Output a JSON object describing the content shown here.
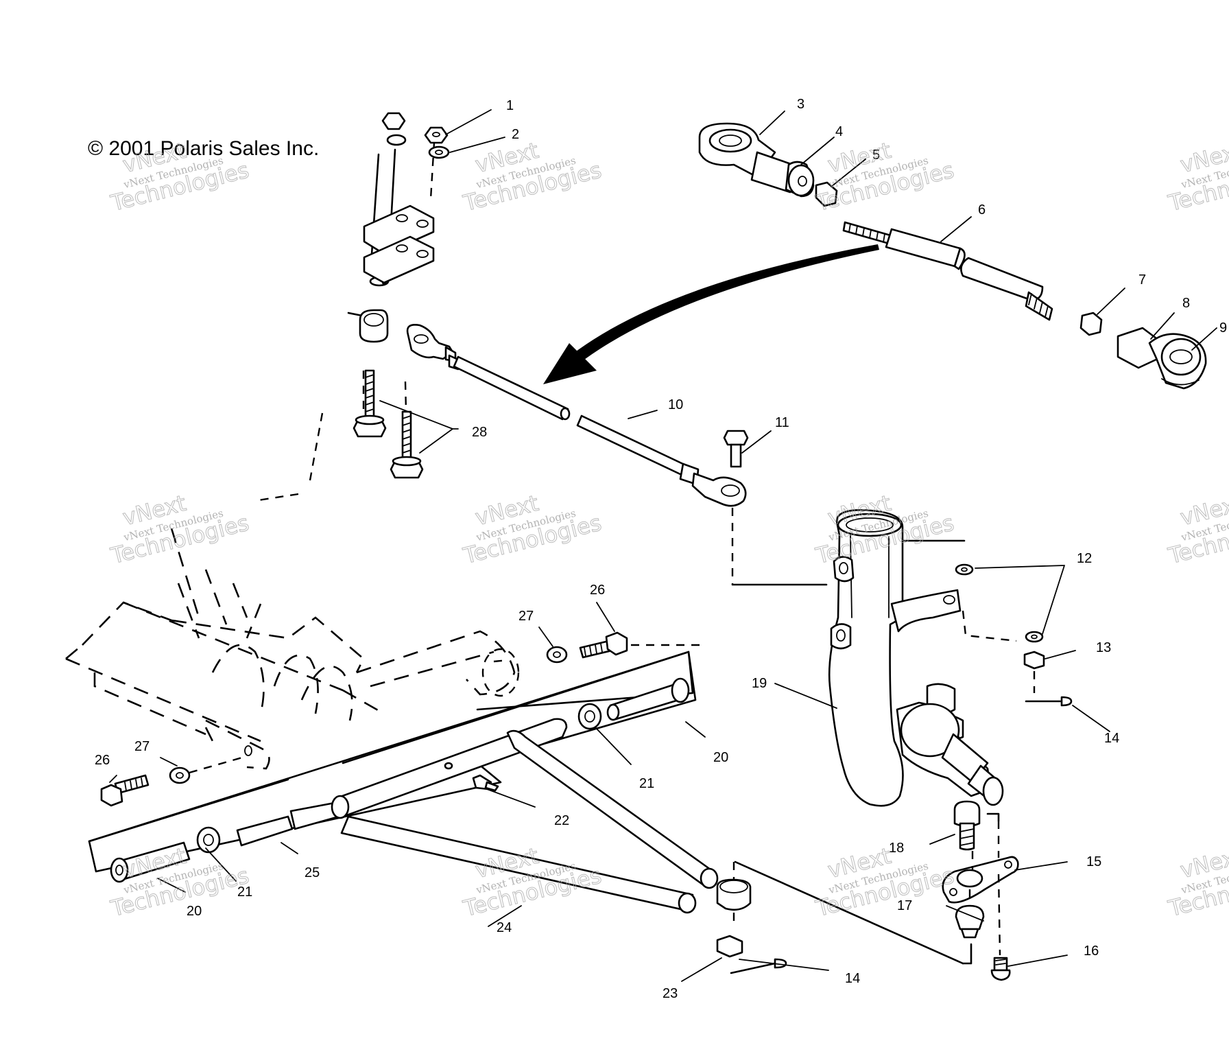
{
  "copyright": "© 2001 Polaris Sales Inc.",
  "watermark": {
    "line_small": "vNext Technologies",
    "line_top": "vNext",
    "line_bottom": "Technologies"
  },
  "callouts": {
    "c1": "1",
    "c2": "2",
    "c3": "3",
    "c4": "4",
    "c5": "5",
    "c6": "6",
    "c7": "7",
    "c8": "8",
    "c9": "9",
    "c10": "10",
    "c11": "11",
    "c12": "12",
    "c13": "13",
    "c14a": "14",
    "c14b": "14",
    "c15": "15",
    "c16": "16",
    "c17": "17",
    "c18": "18",
    "c19": "19",
    "c20a": "20",
    "c20b": "20",
    "c21a": "21",
    "c21b": "21",
    "c22": "22",
    "c23": "23",
    "c24": "24",
    "c25": "25",
    "c26a": "26",
    "c26b": "26",
    "c27a": "27",
    "c27b": "27",
    "c28": "28"
  }
}
